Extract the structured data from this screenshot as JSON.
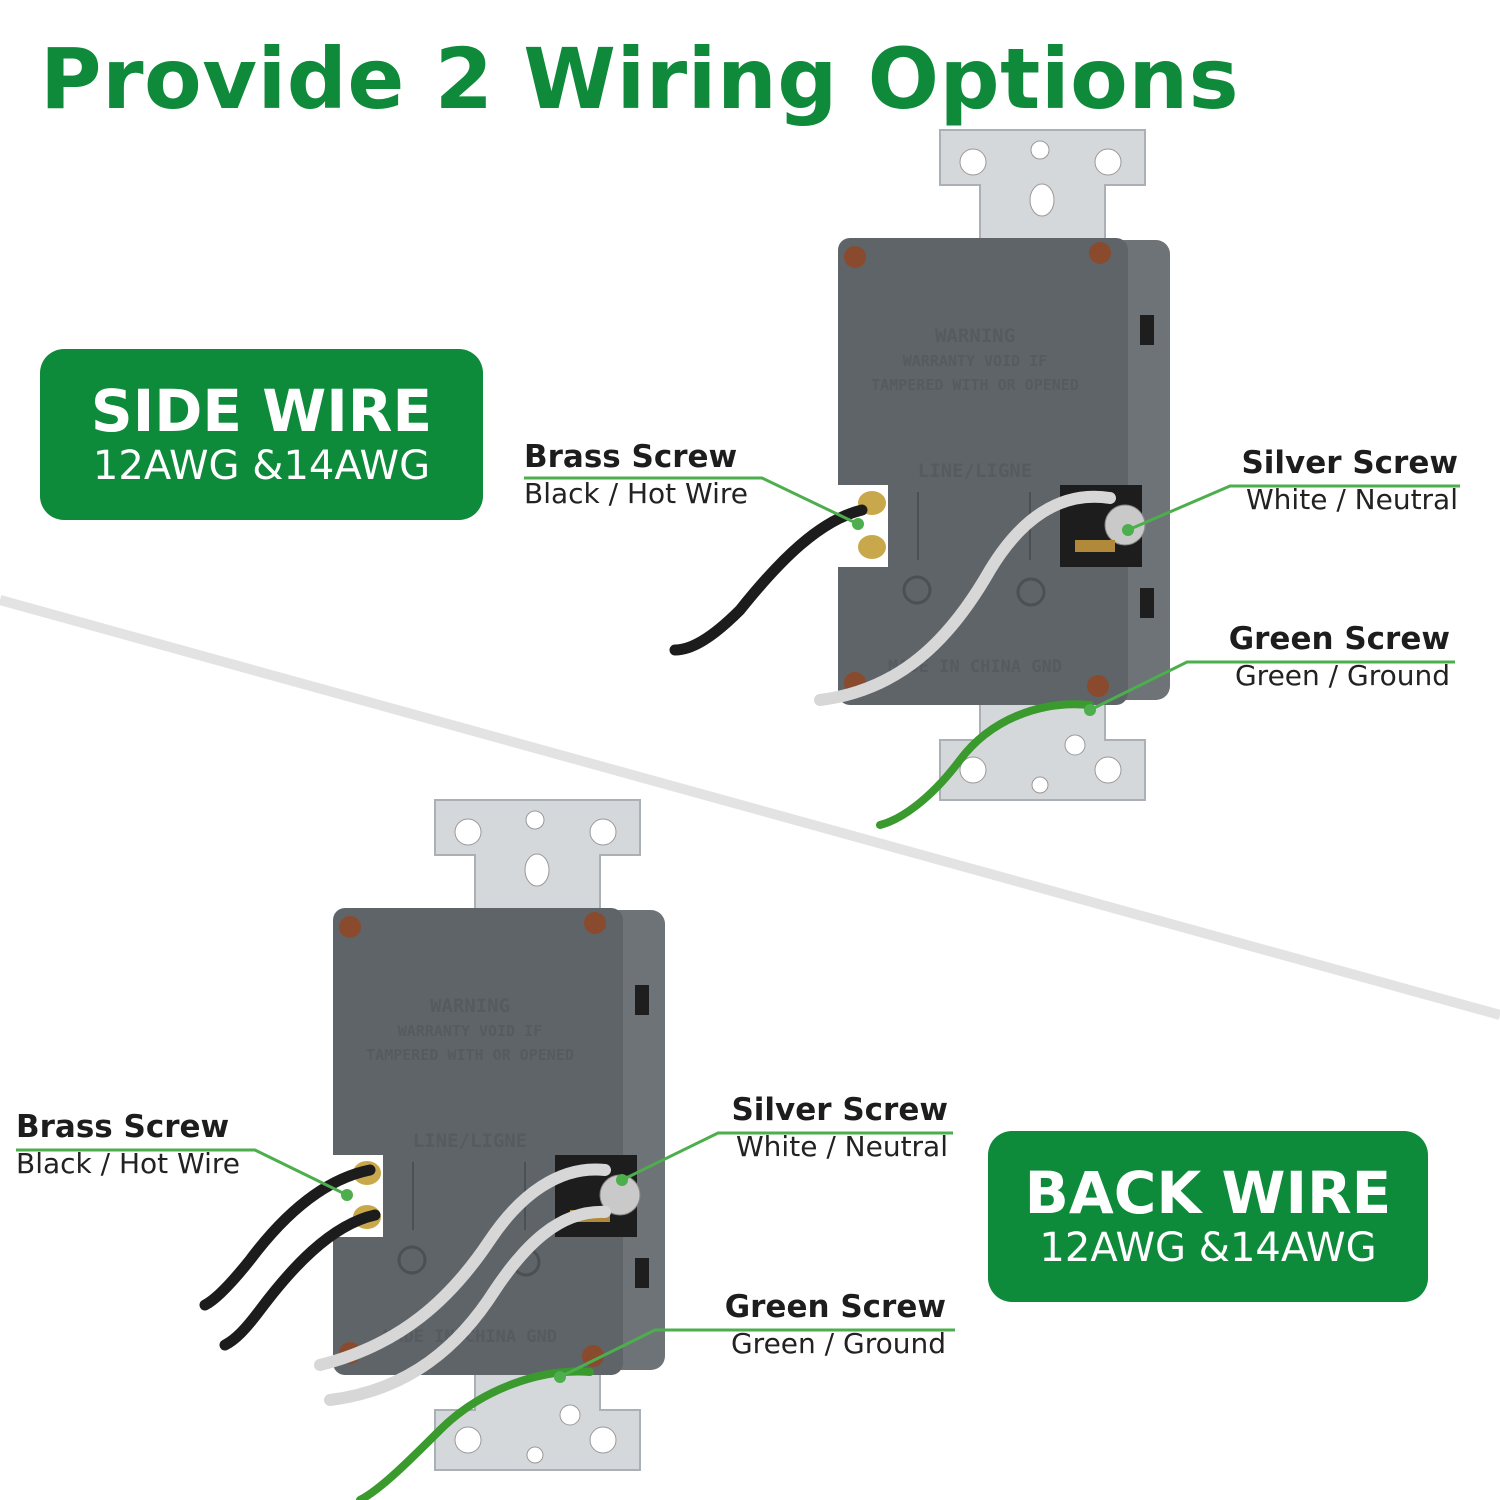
{
  "title": "Provide 2 Wiring Options",
  "options": [
    {
      "name": "SIDE WIRE",
      "gauge": "12AWG &14AWG"
    },
    {
      "name": "BACK WIRE",
      "gauge": "12AWG &14AWG"
    }
  ],
  "side_labels": {
    "brass": {
      "title": "Brass Screw",
      "sub": "Black / Hot Wire"
    },
    "silver": {
      "title": "Silver Screw",
      "sub": "White / Neutral"
    },
    "green": {
      "title": "Green Screw",
      "sub": "Green / Ground"
    }
  },
  "back_labels": {
    "brass": {
      "title": "Brass Screw",
      "sub": "Black / Hot Wire"
    },
    "silver": {
      "title": "Silver Screw",
      "sub": "White / Neutral"
    },
    "green": {
      "title": "Green Screw",
      "sub": "Green / Ground"
    }
  },
  "device_markings": {
    "warning": "WARNING",
    "warranty": "WARRANTY VOID IF",
    "tampered": "TAMPERED WITH OR OPENED",
    "line": "LINE/LIGNE",
    "made": "MADE IN CHINA GND"
  },
  "colors": {
    "brand_green": "#0d8a3a",
    "wire_green": "#3a9a2e",
    "device_gray": "#5f6468"
  }
}
